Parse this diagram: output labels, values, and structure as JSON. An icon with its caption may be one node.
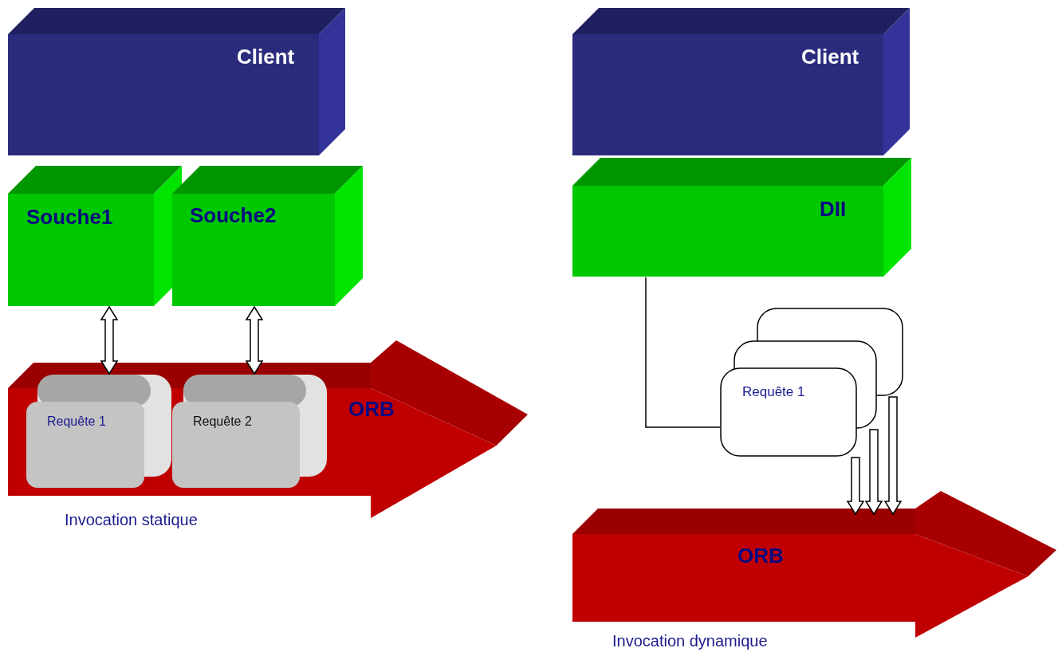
{
  "diagram": {
    "nodes": [
      {
        "text": [
          "Client"
        ]
      },
      {
        "text": [
          "Souche1"
        ]
      },
      {
        "text": [
          "Souche2"
        ]
      },
      {
        "text": [
          "ORB"
        ]
      },
      {
        "text": [
          "Requête 1"
        ],
        "in": 3
      },
      {
        "text": [
          "Requête 2"
        ],
        "in": 3
      },
      {
        "text": [
          "Client"
        ]
      },
      {
        "text": [
          "DII"
        ]
      },
      {
        "text": [],
        "shape": "box"
      },
      {
        "text": [],
        "shape": "box"
      },
      {
        "text": [
          "Requête 1"
        ]
      },
      {
        "text": [
          "ORB"
        ]
      }
    ],
    "edges": [
      {
        "from": 1,
        "to": 4,
        "arrow": "both"
      },
      {
        "from": 2,
        "to": 5,
        "arrow": "both"
      },
      {
        "from": 7,
        "to": 10,
        "arrow": "none"
      },
      {
        "from": 10,
        "to": 11,
        "arrow": "to"
      },
      {
        "from": 9,
        "to": 11,
        "arrow": "to"
      },
      {
        "from": 8,
        "to": 11,
        "arrow": "to"
      }
    ],
    "labels": [
      "Invocation statique",
      "Invocation dynamique"
    ]
  }
}
